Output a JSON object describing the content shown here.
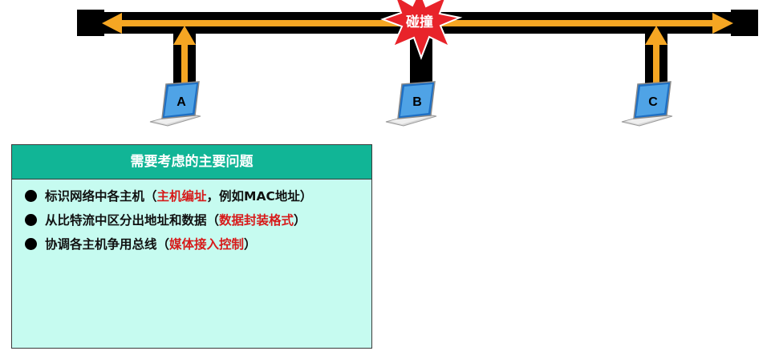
{
  "collision_label": "碰撞",
  "hosts": [
    {
      "id": "A",
      "label": "A"
    },
    {
      "id": "B",
      "label": "B"
    },
    {
      "id": "C",
      "label": "C"
    }
  ],
  "panel": {
    "title": "需要考虑的主要问题",
    "items": [
      {
        "text": "标识网络中各主机",
        "open": "（",
        "highlight": "主机编址",
        "rest": "，例如MAC地址）"
      },
      {
        "text": "从比特流中区分出地址和数据",
        "open": "（",
        "highlight": "数据封装格式",
        "rest": "）"
      },
      {
        "text": "协调各主机争用总线",
        "open": "（",
        "highlight": "媒体接入控制",
        "rest": "）"
      }
    ]
  },
  "colors": {
    "bus": "#000000",
    "signal": "#f5a623",
    "collision_fill": "#e8232a",
    "panel_bg": "#c6fbf0",
    "panel_header": "#11b596",
    "highlight": "#d71a1a"
  }
}
